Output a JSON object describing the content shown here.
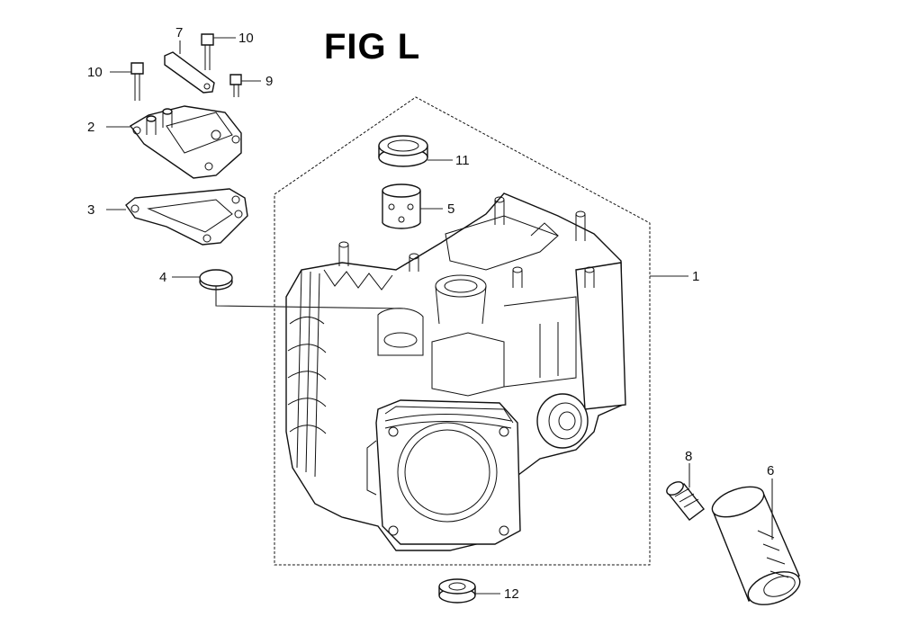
{
  "figure": {
    "title": "FIG L"
  },
  "callouts": [
    "1",
    "2",
    "3",
    "4",
    "5",
    "6",
    "7",
    "8",
    "9",
    "10",
    "10",
    "11",
    "12"
  ]
}
